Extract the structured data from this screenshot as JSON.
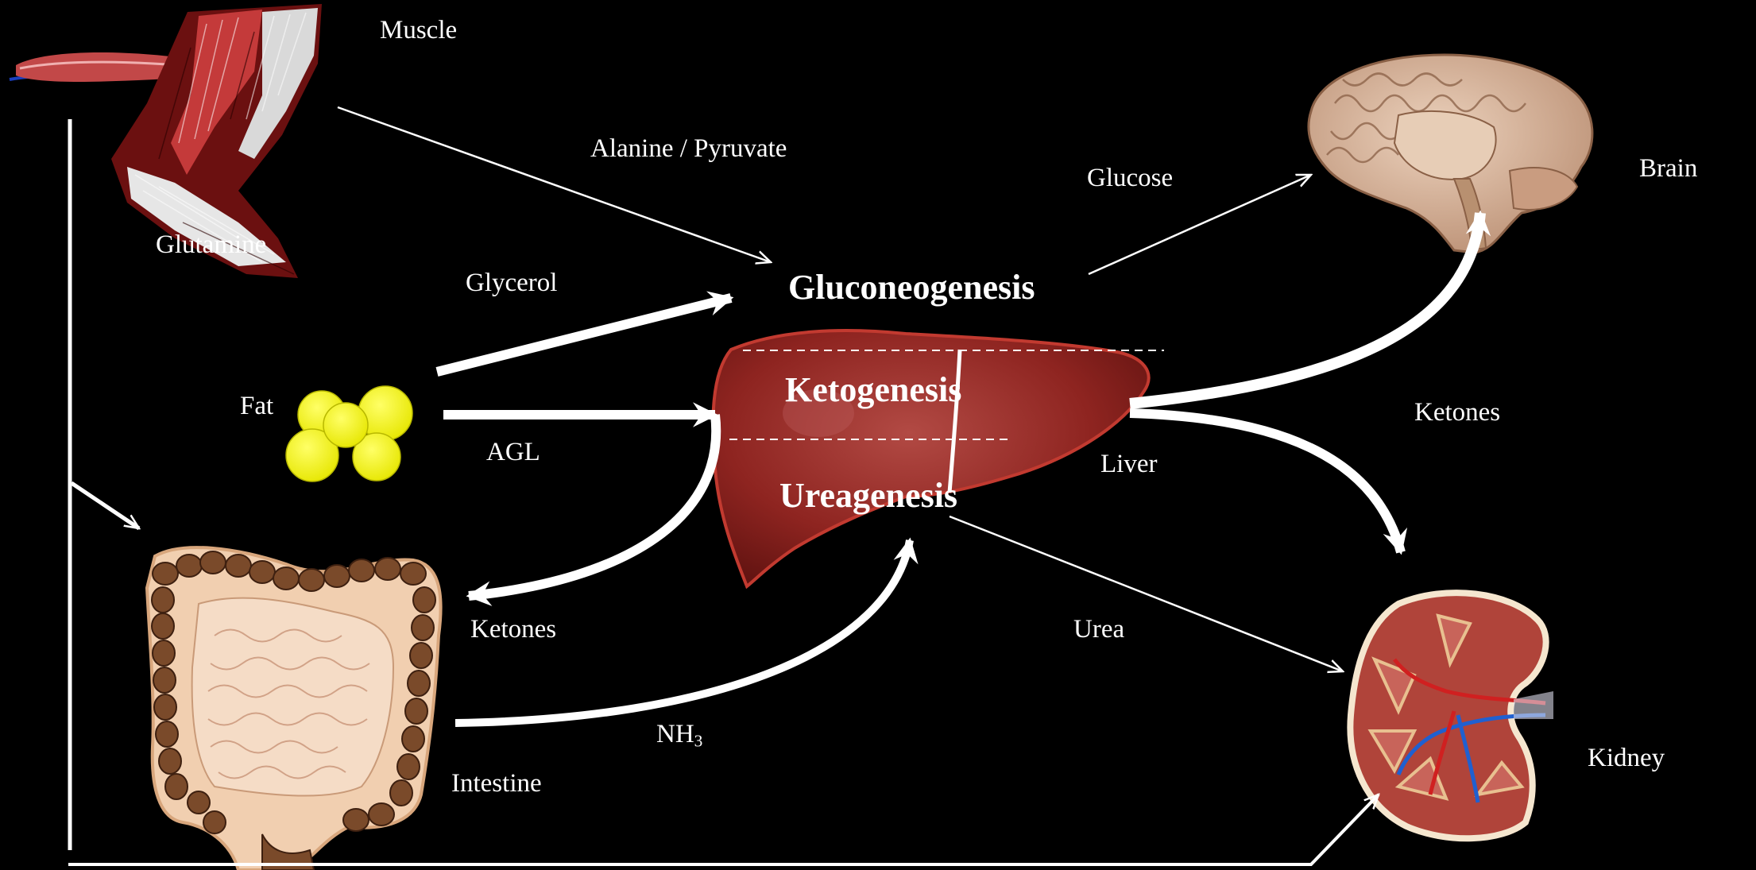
{
  "organs": {
    "muscle": "Muscle",
    "glutamine": "Glutamine",
    "fat": "Fat",
    "intestine": "Intestine",
    "liver": "Liver",
    "brain": "Brain",
    "kidney": "Kidney"
  },
  "processes": {
    "gluconeogenesis": "Gluconeogenesis",
    "ketogenesis": "Ketogenesis",
    "ureagenesis": "Ureagenesis"
  },
  "metabolites": {
    "alanine_pyruvate": "Alanine / Pyruvate",
    "glycerol": "Glycerol",
    "agl": "AGL",
    "ketones_intestine": "Ketones",
    "nh3_base": "NH",
    "nh3_sub": "3",
    "glucose": "Glucose",
    "ketones_brain_kidney": "Ketones",
    "urea": "Urea"
  },
  "colors": {
    "background": "#000000",
    "arrows": "#ffffff",
    "fat_cells": "#ffff00",
    "liver": "#8b1a1a",
    "brain": "#d9b69a",
    "kidney": "#b0443a",
    "intestine": "#7a4a2a",
    "muscle": "#b03030",
    "nerve": "#1a3fbf"
  },
  "icons": [
    "muscle-illustration",
    "fat-cells-illustration",
    "intestine-illustration",
    "liver-illustration",
    "brain-illustration",
    "kidney-illustration"
  ]
}
